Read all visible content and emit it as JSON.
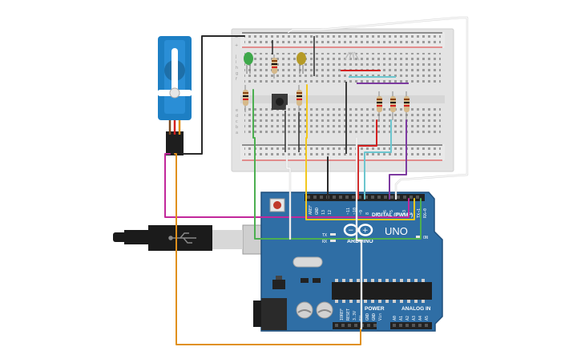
{
  "board": {
    "brand": "ARDUINO",
    "model": "UNO",
    "digital_header": "DIGITAL (PWM~)",
    "power_header": "POWER",
    "analog_header": "ANALOG IN",
    "on_label": "ON",
    "tx_label": "TX",
    "rx_label": "RX",
    "left_pins": [
      "AREF",
      "GND",
      "13",
      "12"
    ],
    "digital_pins": [
      "~11",
      "~10",
      "~9",
      "8",
      "7",
      "~6",
      "~5",
      "4",
      "~3",
      "2",
      "TX→1",
      "RX←0"
    ],
    "power_pins": [
      "IOREF",
      "RESET",
      "3.3V",
      "5V",
      "GND",
      "GND",
      "Vin"
    ],
    "analog_pins": [
      "A0",
      "A1",
      "A2",
      "A3",
      "A4",
      "A5"
    ]
  },
  "breadboard": {
    "row_letters_top": [
      "j",
      "i",
      "h",
      "g",
      "f"
    ],
    "row_letters_bottom": [
      "e",
      "d",
      "c",
      "b",
      "a"
    ],
    "rail_plus": "+",
    "rail_minus": "−"
  },
  "colors": {
    "board_blue": "#2f6ea5",
    "board_dark": "#1f4f7c",
    "servo_blue": "#1d7fc4",
    "wire_magenta": "#c2289b",
    "wire_orange": "#e0901c",
    "wire_yellow": "#f2c81e",
    "wire_green": "#4caf50",
    "wire_red": "#d32020",
    "wire_cyan": "#6cc6cf",
    "wire_purple": "#7d3aa0",
    "wire_black": "#2a2a2a",
    "wire_white": "#f4f4f4"
  }
}
